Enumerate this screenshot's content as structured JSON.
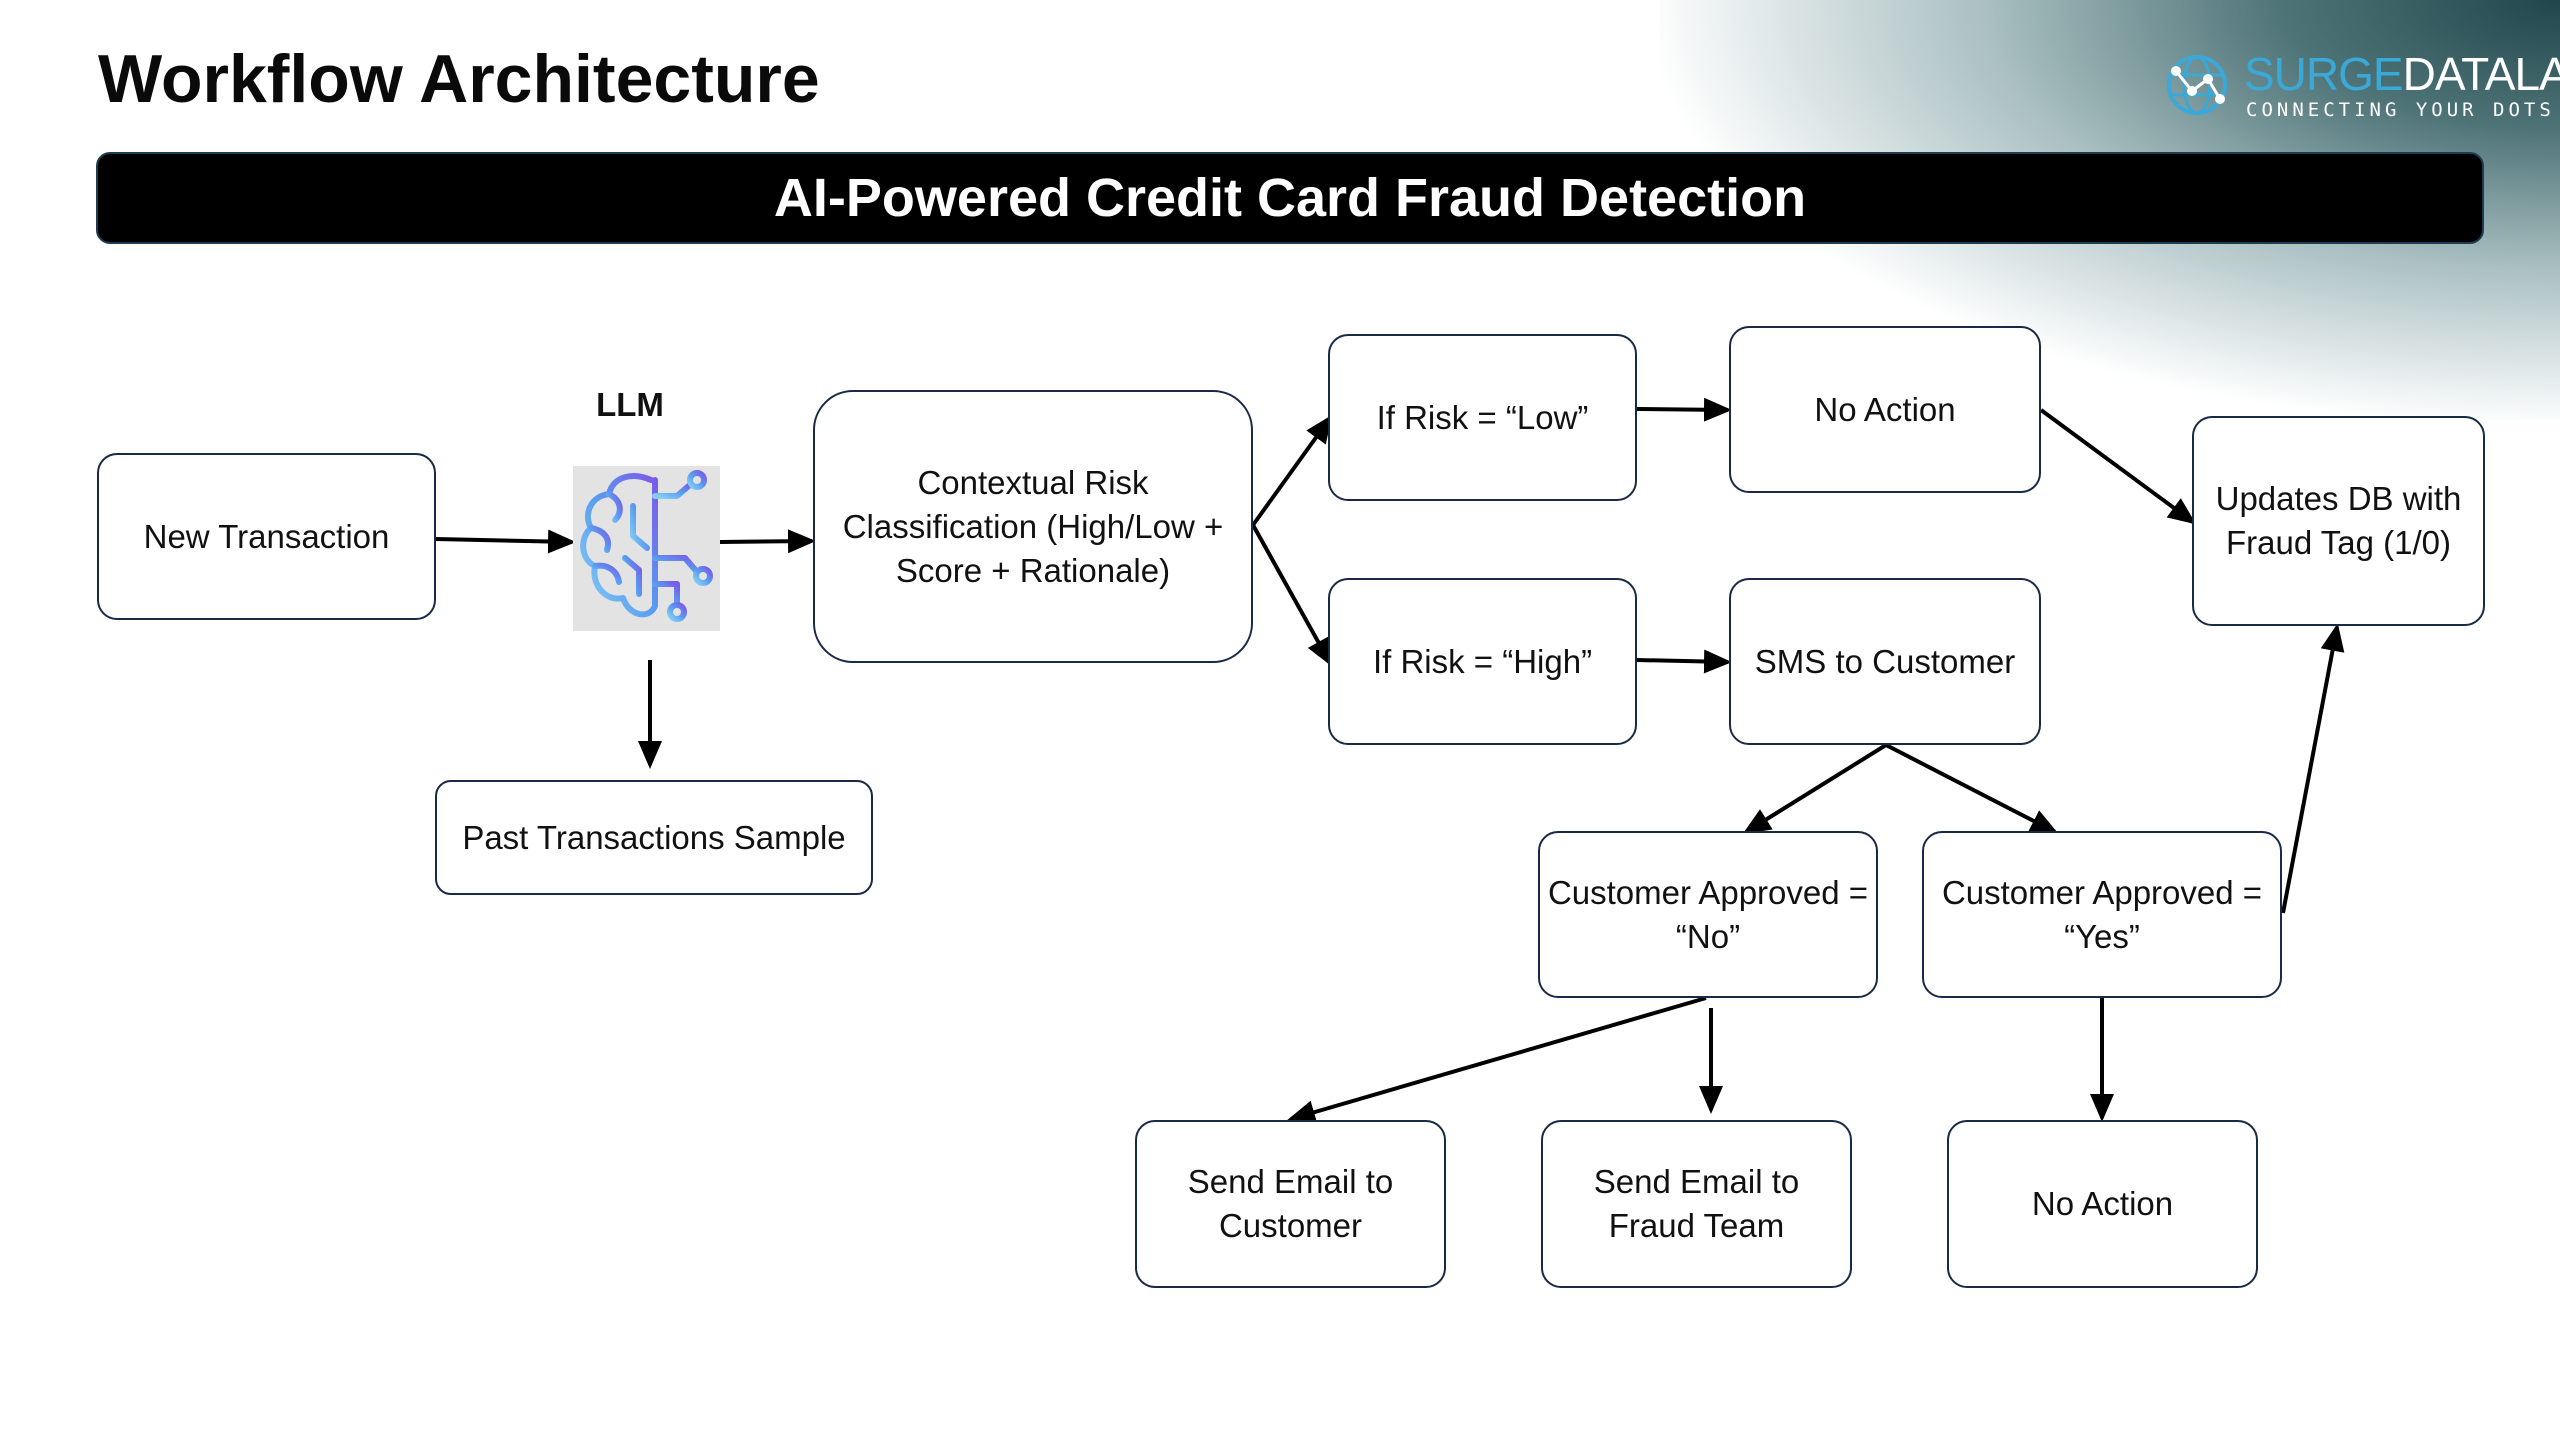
{
  "header": {
    "title": "Workflow Architecture"
  },
  "logo": {
    "name_part1": "SURGE",
    "name_part2": "DATALAB",
    "tagline": "CONNECTING YOUR DOTS"
  },
  "banner": {
    "text": "AI-Powered Credit Card Fraud Detection"
  },
  "diagram": {
    "llm_label": "LLM",
    "llm_icon": "brain-circuit-icon",
    "nodes": {
      "new_transaction": "New Transaction",
      "past_transactions": "Past Transactions Sample",
      "contextual_risk": "Contextual Risk Classification (High/Low + Score + Rationale)",
      "risk_low": "If Risk = “Low”",
      "risk_high": "If Risk = “High”",
      "no_action_top": "No Action",
      "sms_customer": "SMS to Customer",
      "updates_db": "Updates DB with Fraud Tag (1/0)",
      "approved_no": "Customer Approved = “No”",
      "approved_yes": "Customer Approved = “Yes”",
      "email_customer": "Send Email to Customer",
      "email_fraud_team": "Send Email to Fraud Team",
      "no_action_bottom": "No Action"
    }
  }
}
